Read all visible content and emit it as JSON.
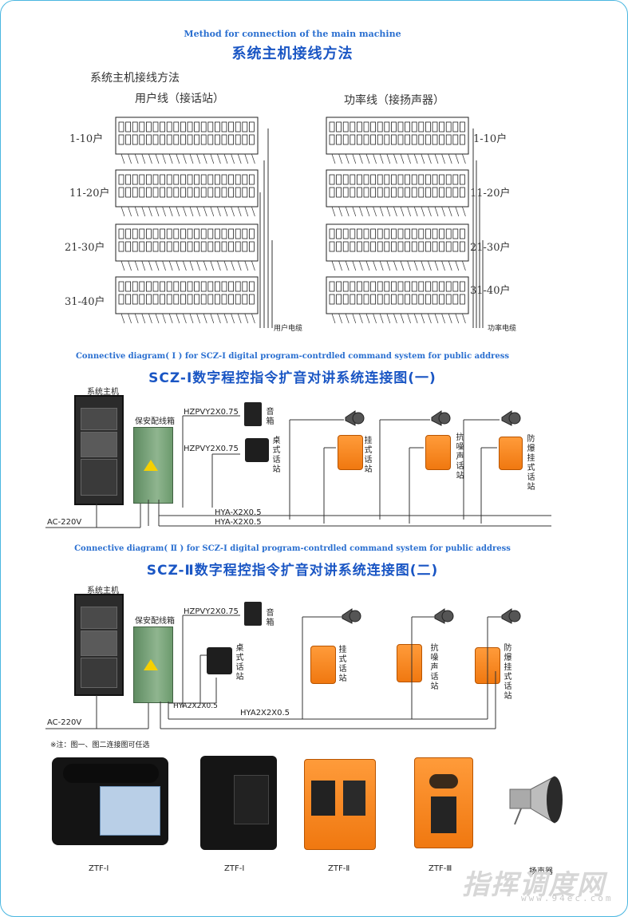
{
  "header": {
    "english_title": "Method for connection of the main machine",
    "chinese_title": "系统主机接线方法"
  },
  "wiring": {
    "subtitle": "系统主机接线方法",
    "left_heading": "用户线（接话站）",
    "right_heading": "功率线（接扬声器）",
    "left_rows": [
      "1-10户",
      "11-20户",
      "21-30户",
      "31-40户"
    ],
    "right_rows": [
      "1-10户",
      "11-20户",
      "21-30户",
      "31-40户"
    ],
    "left_cable": "用户电缆",
    "right_cable": "功率电缆"
  },
  "diagram1": {
    "english_title": "Connective diagram( Ⅰ ) for SCZ-Ⅰ digital program-contrdled command system for public address",
    "chinese_title": "SCZ-Ⅰ数字程控指令扩音对讲系统连接图(一)",
    "host_label": "系统主机",
    "box_label": "保安配线箱",
    "cable_speaker": "HZPVY2X0.75",
    "cable_phone": "HZPVY2X0.75",
    "speaker_label": "音箱",
    "desk_label": "桌式话站",
    "wall_label": "挂式话站",
    "noise_label": "抗噪声话站",
    "explosion_label": "防爆挂式话站",
    "bus1": "HYA-X2X0.5",
    "bus2": "HYA-X2X0.5",
    "power": "AC-220V"
  },
  "diagram2": {
    "english_title": "Connective diagram( Ⅱ ) for SCZ-Ⅰ digital program-contrdled command system for public address",
    "chinese_title": "SCZ-Ⅱ数字程控指令扩音对讲系统连接图(二)",
    "host_label": "系统主机",
    "box_label": "保安配线箱",
    "cable_speaker": "HZPVY2X0.75",
    "speaker_label": "音箱",
    "desk_label": "桌式话站",
    "wall_label": "挂式话站",
    "noise_label": "抗噪声话站",
    "explosion_label": "防爆挂式话站",
    "bus1": "HYA2X2X0.5",
    "bus2": "HYA2X2X0.5",
    "power": "AC-220V"
  },
  "note": "※注：图一、图二连接图可任选",
  "products": [
    {
      "caption": "ZTF-Ⅰ"
    },
    {
      "caption": "ZTF-Ⅰ"
    },
    {
      "caption": "ZTF-Ⅱ"
    },
    {
      "caption": "ZTF-Ⅲ"
    },
    {
      "caption": "扬声器"
    }
  ],
  "watermark": {
    "text": "指挥调度网",
    "url": "www.94ec.com"
  },
  "colors": {
    "title_blue": "#1a56c4",
    "border_blue": "#49b6e0",
    "orange": "#f07810",
    "green_box": "#7aa27b"
  }
}
